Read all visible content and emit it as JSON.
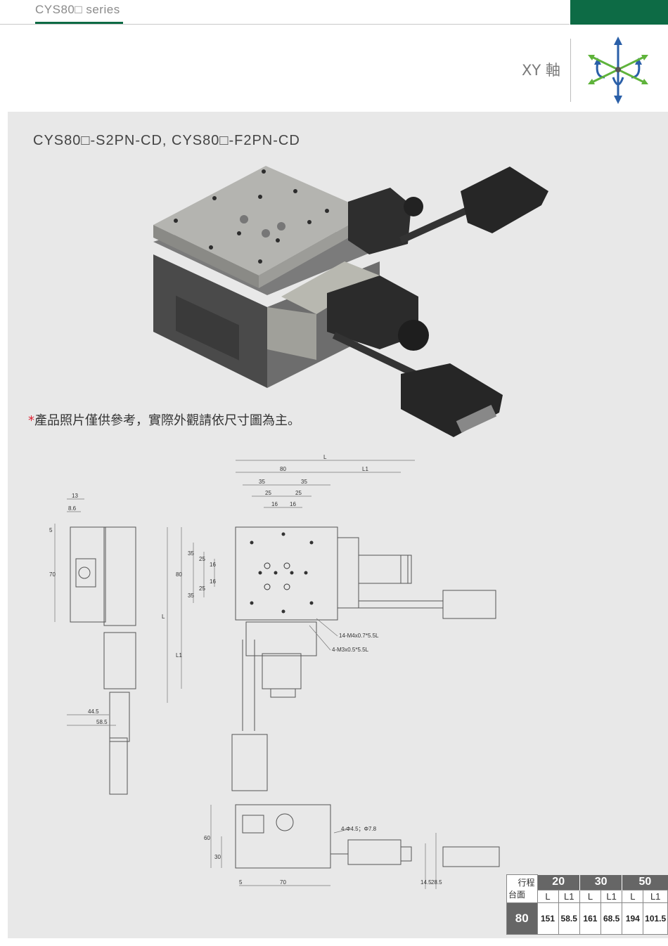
{
  "header": {
    "series": "CYS80□ series",
    "axis_label": "XY 軸",
    "colors": {
      "brand_green": "#0d6b45",
      "logo_blue": "#2a5fa8",
      "logo_green": "#5fb33b"
    },
    "axis_icon": "xyz-axis-arrows-icon"
  },
  "product": {
    "title": "CYS80□-S2PN-CD, CYS80□-F2PN-CD",
    "photo_note_star": "*",
    "photo_note": "產品照片僅供參考，實際外觀請依尺寸圖為主。"
  },
  "drawing": {
    "dims_top": {
      "L": "L",
      "d80": "80",
      "L1": "L1",
      "d35a": "35",
      "d35b": "35",
      "d25a": "25",
      "d25b": "25",
      "d16a": "16",
      "d16b": "16"
    },
    "dims_side": {
      "d13": "13",
      "d86": "8.6",
      "d5": "5",
      "d70": "70",
      "d445": "44.5",
      "d585": "58.5"
    },
    "dims_left": {
      "d80": "80",
      "d35a": "35",
      "d35b": "35",
      "d25a": "25",
      "d25b": "25",
      "d16a": "16",
      "d16b": "16",
      "L": "L",
      "L1": "L1"
    },
    "callouts": {
      "tap1": "14-M4x0.7*5.5L",
      "tap2": "4-M3x0.5*5.5L",
      "bore": "4-Φ4.5；Φ7.8"
    },
    "dims_front": {
      "d60": "60",
      "d30": "30",
      "d5": "5",
      "d70": "70",
      "d145": "14.5",
      "d285": "28.5"
    }
  },
  "spec_table": {
    "stroke_label": "行程",
    "table_label": "台面",
    "strokes": [
      "20",
      "30",
      "50"
    ],
    "sub_headers": [
      "L",
      "L1",
      "L",
      "L1",
      "L",
      "L1"
    ],
    "rows": [
      {
        "size": "80",
        "values": [
          "151",
          "58.5",
          "161",
          "68.5",
          "194",
          "101.5"
        ]
      }
    ]
  }
}
